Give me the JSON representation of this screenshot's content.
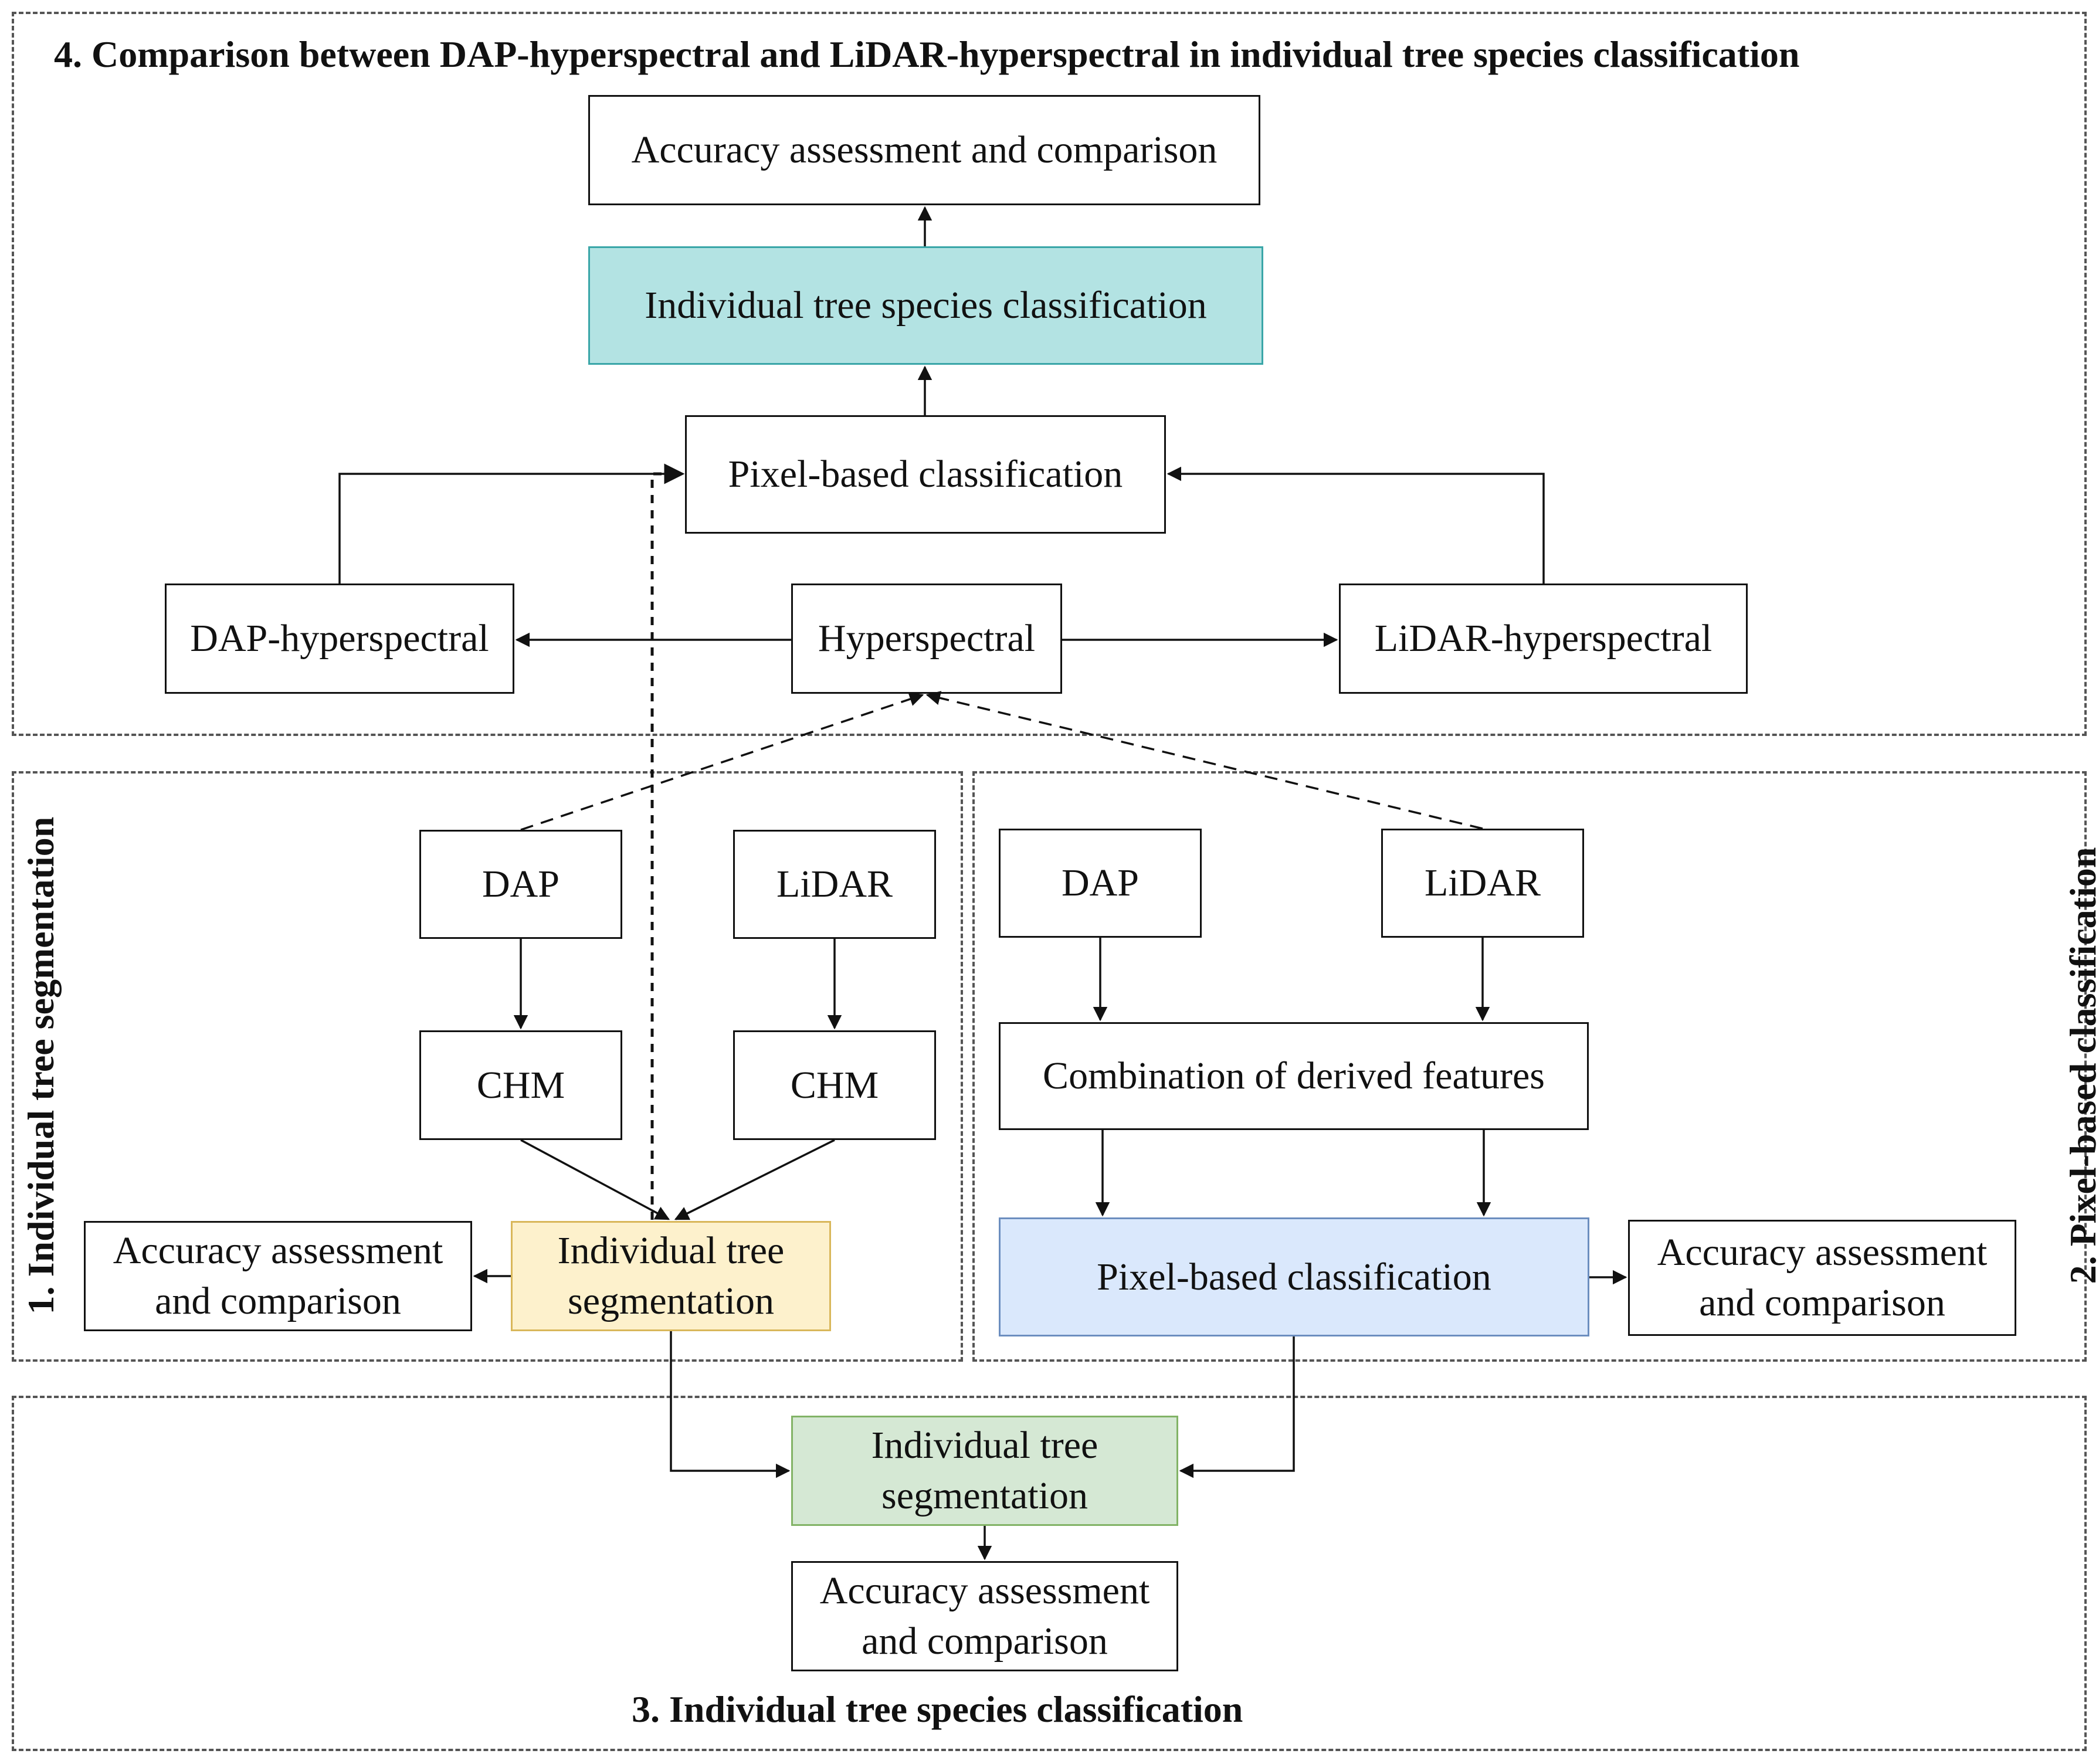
{
  "sections": {
    "s4_title": "4. Comparison between DAP-hyperspectral and LiDAR-hyperspectral in individual tree species classification",
    "s1_title": "1. Individual tree segmentation",
    "s2_title": "2. Pixel-based classification",
    "s3_title": "3. Individual tree species classification"
  },
  "section4": {
    "accuracy": "Accuracy assessment and comparison",
    "its_classification": "Individual tree species classification",
    "pixel_classification": "Pixel-based classification",
    "dap_hyper": "DAP-hyperspectral",
    "hyperspectral": "Hyperspectral",
    "lidar_hyper": "LiDAR-hyperspectral"
  },
  "section1": {
    "dap": "DAP",
    "lidar": "LiDAR",
    "chm_dap": "CHM",
    "chm_lidar": "CHM",
    "segmentation_line1": "Individual tree",
    "segmentation_line2": "segmentation",
    "accuracy_line1": "Accuracy assessment",
    "accuracy_line2": "and comparison"
  },
  "section2": {
    "dap": "DAP",
    "lidar": "LiDAR",
    "combination": "Combination of derived features",
    "pixel_classification": "Pixel-based classification",
    "accuracy_line1": "Accuracy assessment",
    "accuracy_line2": "and comparison"
  },
  "section3": {
    "segmentation_line1": "Individual tree",
    "segmentation_line2": "segmentation",
    "accuracy_line1": "Accuracy assessment",
    "accuracy_line2": "and comparison"
  },
  "colors": {
    "teal_fill": "#b3e3e3",
    "teal_border": "#3aa6a8",
    "yellow_fill": "#fdf1cc",
    "yellow_border": "#d9b75a",
    "blue_fill": "#dae8fc",
    "blue_border": "#6c8ebf",
    "green_fill": "#d5e8d4",
    "green_border": "#82b366"
  }
}
